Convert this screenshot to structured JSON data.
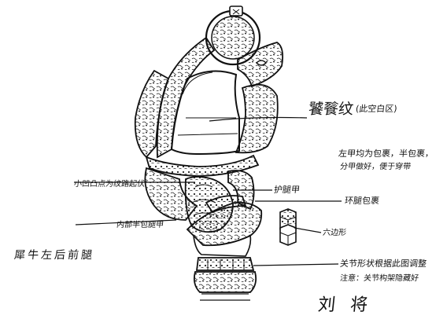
{
  "annotations": {
    "taotie": "饕餮纹",
    "taotie_note": "(此空白区)",
    "armor_note_1": "左甲均为包裹，半包裹，",
    "armor_note_2": "分甲做好，便于穿带",
    "small_bumps": "小凹凸点为纹路起伏",
    "leg_armor_a": "护腿甲",
    "ring_wrap": "环腿包裹",
    "inner_armor": "内部半包腿甲",
    "hexagon": "六边形",
    "title": "犀牛左后前腿",
    "joint_1": "关节形状根据此图调整",
    "joint_2": "注意：关节构架隐藏好",
    "signature": "刘 将"
  },
  "colors": {
    "ink": "#111111",
    "paper": "#ffffff"
  }
}
